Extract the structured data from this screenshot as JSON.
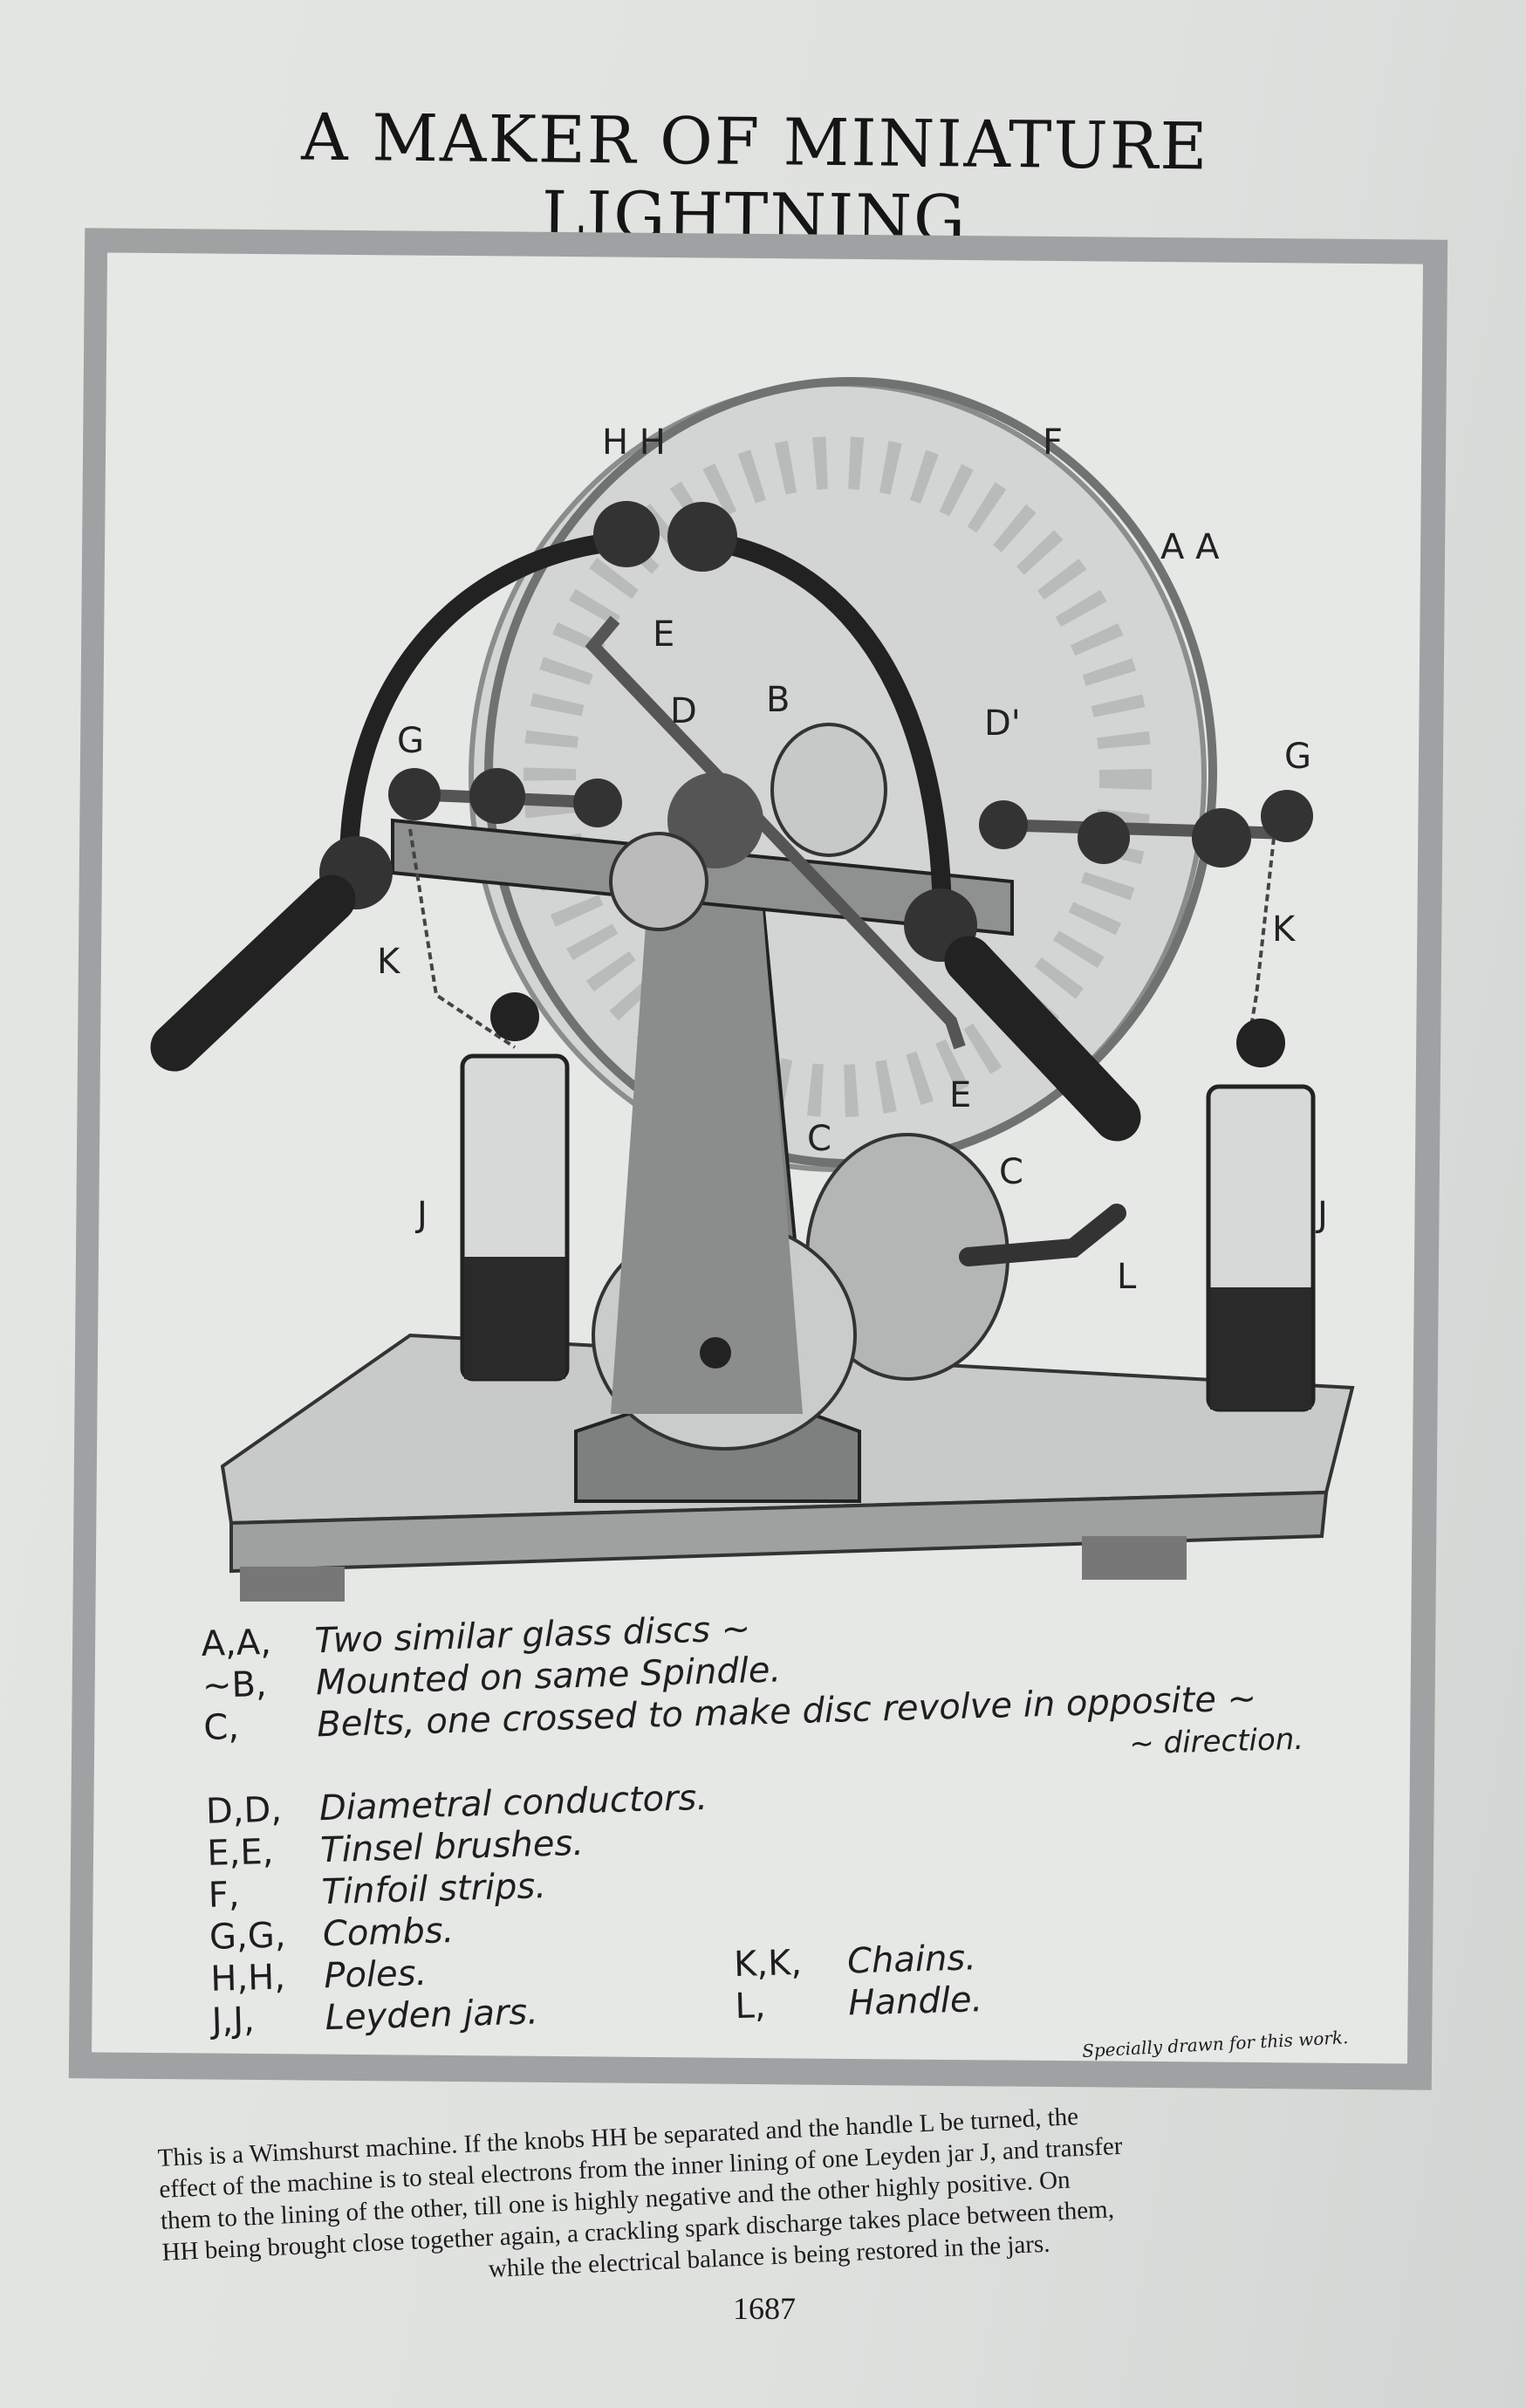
{
  "page": {
    "title": "A MAKER OF MINIATURE LIGHTNING",
    "credit": "Specially drawn for this work.",
    "caption_lines": [
      "This is a Wimshurst machine.   If the knobs HH be separated and the handle L be turned, the",
      "effect of the machine is to steal electrons from the inner lining of one Leyden jar J, and transfer",
      "them to the lining of the other, till one is highly negative and the other highly positive.   On",
      "HH being brought close together again, a crackling spark discharge takes place between them,",
      "while the electrical balance is being restored in the jars."
    ],
    "page_number": "1687"
  },
  "diagram_labels": {
    "hh": "H H",
    "f": "F",
    "aa": "A A",
    "e_top": "E",
    "d_left": "D",
    "b": "B",
    "d_right": "D'",
    "g_left": "G",
    "g_right": "G",
    "k_left": "K",
    "k_right": "K",
    "e_bottom": "E",
    "c_left": "C",
    "c_right": "C",
    "j_left": "J",
    "j_right": "J",
    "l": "L"
  },
  "legend": [
    {
      "key": "A,A,",
      "text": "Two similar glass discs ~"
    },
    {
      "key": "~B,",
      "text": "Mounted on same Spindle."
    },
    {
      "key": "C,",
      "text": "Belts, one crossed to make disc revolve in opposite ~"
    },
    {
      "key": "",
      "text": "~ direction."
    },
    {
      "key": "D,D,",
      "text": "Diametral conductors."
    },
    {
      "key": "E,E,",
      "text": "Tinsel brushes."
    },
    {
      "key": "F,",
      "text": "Tinfoil strips."
    },
    {
      "key": "G,G,",
      "text": "Combs."
    },
    {
      "key": "H,H,",
      "text": "Poles."
    },
    {
      "key": "J,J,",
      "text": "Leyden jars."
    },
    {
      "key": "K,K,",
      "text": "Chains."
    },
    {
      "key": "L,",
      "text": "Handle."
    }
  ]
}
